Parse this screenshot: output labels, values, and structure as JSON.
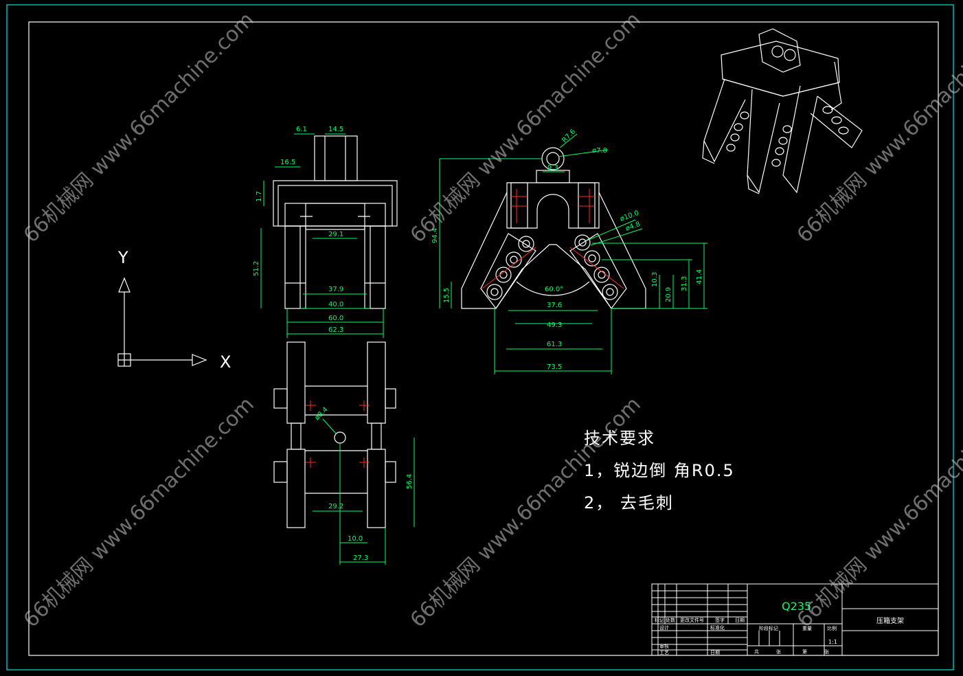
{
  "views": {
    "side_dims": {
      "d1": "6.1",
      "d2": "14.5",
      "d3": "16.5",
      "d4": "1.7",
      "d5": "29.1",
      "d6": "51.2",
      "d7": "37.9",
      "d8": "40.0",
      "d9": "60.0",
      "d10": "62.3"
    },
    "front_dims": {
      "d1": "R7.6",
      "d2": "ø7.8",
      "d3": "9.3",
      "d4": "94.4",
      "d5": "15.5",
      "d6": "ø10.0",
      "d7": "ø4.8",
      "d8": "60.0°",
      "d9": "37.6",
      "d10": "49.3",
      "d11": "61.3",
      "d12": "73.5",
      "d13": "10.3",
      "d14": "20.9",
      "d15": "31.3",
      "d16": "41.4"
    },
    "top_dims": {
      "d1": "ø8.4",
      "d2": "56.4",
      "d3": "29.2",
      "d4": "10.0",
      "d5": "27.3"
    }
  },
  "axis": {
    "y_label": "Y",
    "x_label": "X"
  },
  "tech_requirements": {
    "title": "技术要求",
    "items": [
      "1，锐边倒 角R0.5",
      "2， 去毛刺"
    ]
  },
  "title_block": {
    "material": "Q235",
    "part_name": "压箱支架",
    "scale": "1:1",
    "labels": [
      "标记",
      "处数",
      "更改文件号",
      "签字",
      "日期",
      "设计",
      "标准化",
      "审核",
      "工艺",
      "日期",
      "阶段标记",
      "重量",
      "比例",
      "共",
      "张",
      "第",
      "张"
    ]
  },
  "watermarks": [
    "66机械网 www.66machine.com"
  ],
  "colors": {
    "line": "#ffffff",
    "dim": "#00ff66",
    "border": "#00e5e5",
    "center": "#ff2a2a",
    "background": "#000000"
  }
}
